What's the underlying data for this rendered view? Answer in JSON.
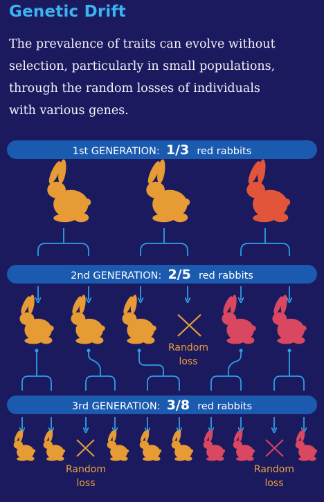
{
  "title": "Genetic Drift",
  "intro_lines": [
    "The prevalence of traits can evolve without",
    "selection, particularly in small populations,",
    "through the random losses of individuals",
    "with various genes."
  ],
  "generations": [
    {
      "label": "1st GENERATION:",
      "fraction": "1/3",
      "suffix": "red rabbits",
      "individuals": [
        "orange",
        "orange",
        "red"
      ]
    },
    {
      "label": "2nd GENERATION:",
      "fraction": "2/5",
      "suffix": "red rabbits",
      "individuals": [
        "orange",
        "orange",
        "orange",
        "loss",
        "pink",
        "pink"
      ]
    },
    {
      "label": "3rd GENERATION:",
      "fraction": "3/8",
      "suffix": "red rabbits",
      "individuals": [
        "orange",
        "orange",
        "loss",
        "orange",
        "orange",
        "orange",
        "pink",
        "pink",
        "loss",
        "pink"
      ]
    }
  ],
  "loss_label": [
    "Random",
    "loss"
  ],
  "colors": {
    "background": "#1c1a5e",
    "title": "#3bb4f2",
    "banner": "#1a5bb0",
    "connector": "#2b9fe6",
    "orange_rabbit": "#e69b34",
    "red_rabbit": "#e2553a",
    "pink_rabbit": "#d94760",
    "loss_mark": "#eaa13a"
  }
}
